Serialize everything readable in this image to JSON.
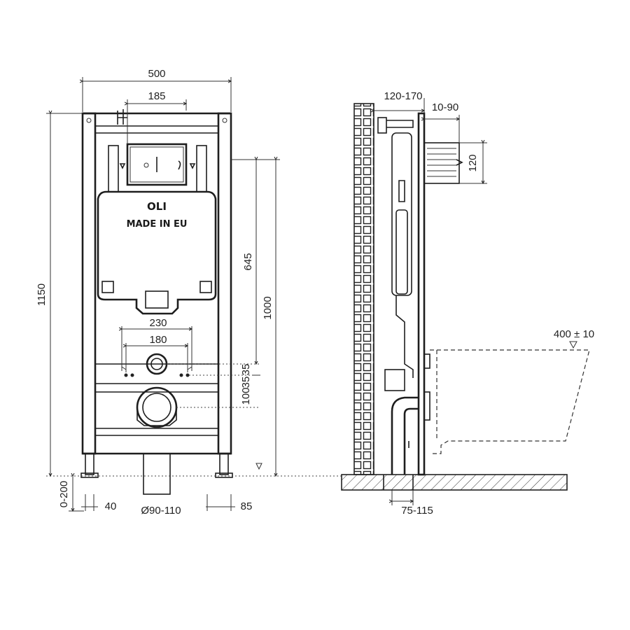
{
  "front_view": {
    "dimensions": {
      "width_total": "500",
      "button_width": "185",
      "height_total": "1150",
      "height_1000": "1000",
      "height_645": "645",
      "bolt_spacing_230": "230",
      "bolt_spacing_180": "180",
      "dim_35_a": "35",
      "dim_35_b": "35",
      "dim_100": "100",
      "leg_adjust": "0-200",
      "foot_40": "40",
      "drain_diameter": "Ø90-110",
      "foot_85": "85"
    },
    "tank_logo": "OLI",
    "tank_label": "MADE IN EU"
  },
  "side_view": {
    "dimensions": {
      "depth_120_170": "120-170",
      "depth_10_90": "10-90",
      "inlet_120": "120",
      "bowl_height": "400 ± 10",
      "floor_75_115": "75-115"
    }
  }
}
